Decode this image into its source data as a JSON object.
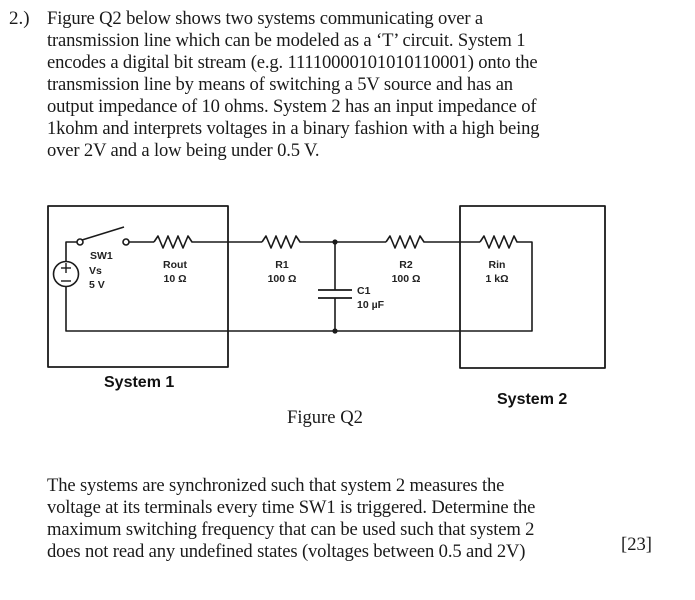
{
  "question": {
    "number": "2.)",
    "intro_lines": [
      "Figure Q2 below shows two systems communicating over a",
      "transmission line which can be modeled as a ‘T’ circuit. System 1",
      "encodes a digital bit stream (e.g. 11110000101010110001) onto the",
      "transmission line by means of switching a 5V source and has an",
      "output impedance of 10 ohms. System 2 has an input impedance of",
      "1kohm and interprets voltages in a binary fashion with a high being",
      "over 2V and a low being under 0.5 V."
    ],
    "question_lines": [
      "The systems are synchronized such that system 2 measures the",
      "voltage at its terminals every time SW1 is triggered. Determine the",
      "maximum switching frequency that can be used such that system 2",
      "does not read any undefined states (voltages between 0.5 and 2V)"
    ],
    "marks": "[23]"
  },
  "figure": {
    "caption": "Figure Q2",
    "system1_label": "System 1",
    "system2_label": "System 2",
    "components": {
      "switch": {
        "name": "SW1"
      },
      "source": {
        "name": "Vs",
        "value": "5 V",
        "plus": "+",
        "minus": "−"
      },
      "rout": {
        "name": "Rout",
        "value": "10 Ω"
      },
      "r1": {
        "name": "R1",
        "value": "100 Ω"
      },
      "c1": {
        "name": "C1",
        "value": "10 µF"
      },
      "r2": {
        "name": "R2",
        "value": "100 Ω"
      },
      "rin": {
        "name": "Rin",
        "value": "1 kΩ"
      }
    }
  }
}
